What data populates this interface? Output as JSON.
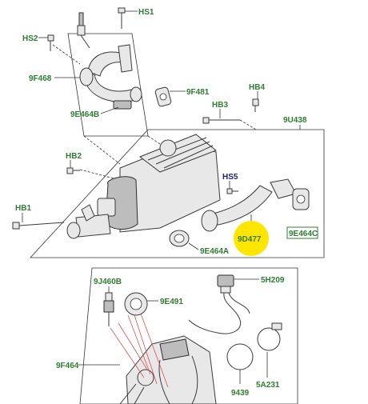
{
  "colors": {
    "label_green": "#2e7d32",
    "label_blue": "#1a237e",
    "highlight": "#ffe600",
    "redline": "#d9534f"
  },
  "labels": {
    "hs1": "HS1",
    "hs2": "HS2",
    "f9468": "9F468",
    "f9481": "9F481",
    "hb4": "HB4",
    "hb3": "HB3",
    "e9464b": "9E464B",
    "u9438": "9U438",
    "hb2": "HB2",
    "hs5": "HS5",
    "hb1": "HB1",
    "d9477": "9D477",
    "e9464c": "9E464C",
    "e9464a": "9E464A",
    "j9460b": "9J460B",
    "h5209": "5H209",
    "e9491": "9E491",
    "f9464": "9F464",
    "p9439": "9439",
    "a5231": "5A231"
  }
}
